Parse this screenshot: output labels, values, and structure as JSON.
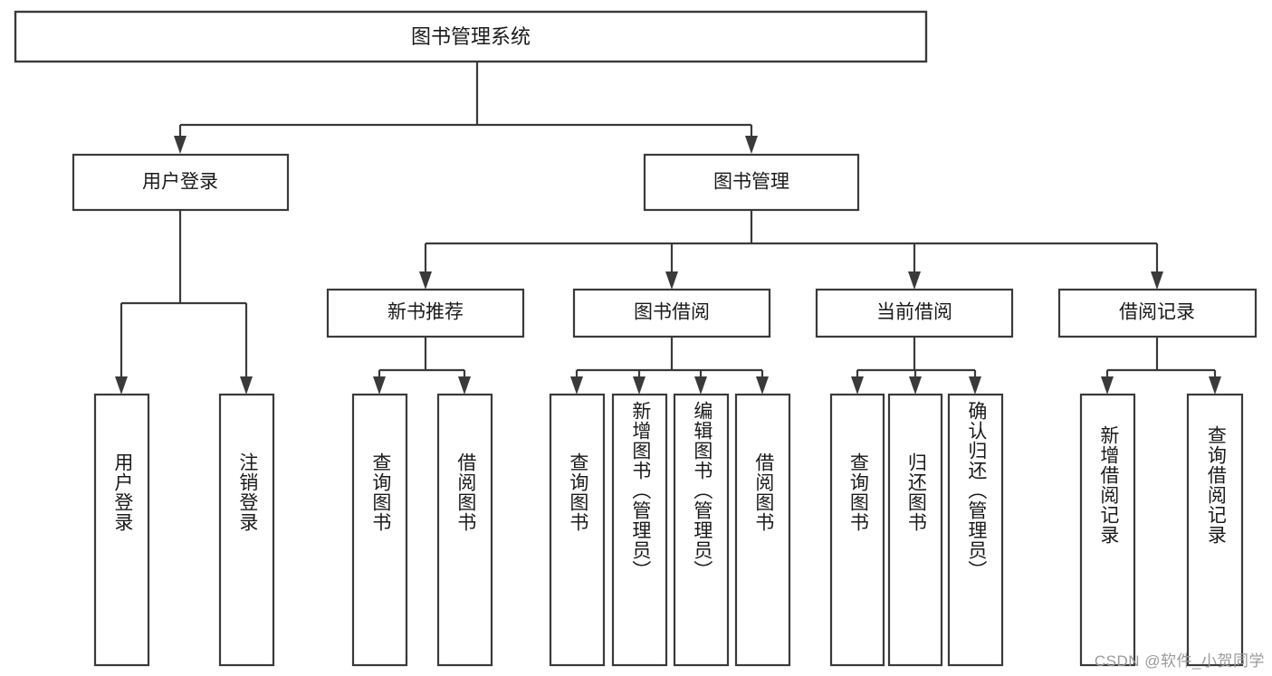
{
  "diagram": {
    "title": "图书管理系统",
    "type": "tree-hierarchy",
    "orientation": "top-down",
    "watermark": "CSDN @软件_小贺同学",
    "colors": {
      "box_stroke": "#3a3a3a",
      "box_fill": "#ffffff",
      "connector": "#3a3a3a",
      "text": "#1a1a1a",
      "background": "#ffffff",
      "watermark": "#9a9a9a"
    },
    "root": {
      "label": "图书管理系统"
    },
    "level2": [
      {
        "label": "用户登录"
      },
      {
        "label": "图书管理"
      }
    ],
    "level3": [
      {
        "label": "新书推荐"
      },
      {
        "label": "图书借阅"
      },
      {
        "label": "当前借阅"
      },
      {
        "label": "借阅记录"
      }
    ],
    "leaves": {
      "user_login": [
        {
          "label": "用户登录"
        },
        {
          "label": "注销登录"
        }
      ],
      "new_book_recommend": [
        {
          "label": "查询图书"
        },
        {
          "label": "借阅图书"
        }
      ],
      "book_borrow": [
        {
          "label": "查询图书"
        },
        {
          "label": "新增图书（管理员）"
        },
        {
          "label": "编辑图书（管理员）"
        },
        {
          "label": "借阅图书"
        }
      ],
      "current_borrow": [
        {
          "label": "查询图书"
        },
        {
          "label": "归还图书"
        },
        {
          "label": "确认归还（管理员）"
        }
      ],
      "borrow_records": [
        {
          "label": "新增借阅记录"
        },
        {
          "label": "查询借阅记录"
        }
      ]
    }
  }
}
